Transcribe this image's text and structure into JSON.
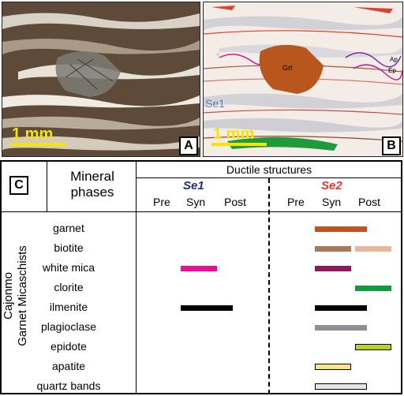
{
  "panels": {
    "a": {
      "letter": "A",
      "scale": "1 mm"
    },
    "b": {
      "letter": "B",
      "scale": "1 mm",
      "labels": {
        "grt": "Grt",
        "se1": "Se1",
        "ap": "Ap",
        "ep": "Ep"
      }
    },
    "c": {
      "letter": "C"
    }
  },
  "table": {
    "mineral_header": [
      "Mineral",
      "phases"
    ],
    "ductile_header": "Ductile structures",
    "se1": "Se1",
    "se2": "Se2",
    "timing": [
      "Pre",
      "Syn",
      "Post"
    ],
    "rock_label": [
      "Cajonmo",
      "Garnet Micaschists"
    ],
    "minerals": [
      {
        "name": "garnet",
        "color": "#c0531f"
      },
      {
        "name": "biotite",
        "color": "#a87a5c",
        "color2": "#e8b89a"
      },
      {
        "name": "white mica",
        "color": "#e8109a"
      },
      {
        "name": "clorite",
        "color": "#119a3e"
      },
      {
        "name": "ilmenite",
        "color": "#000000"
      },
      {
        "name": "plagioclase",
        "color": "#8e8e94"
      },
      {
        "name": "epidote",
        "color": "#bcd41c"
      },
      {
        "name": "apatite",
        "color": "#f7e48a"
      },
      {
        "name": "quartz bands",
        "color": "#e6e6e6"
      }
    ],
    "colors": {
      "se1_title": "#1a2f8f",
      "se2_title": "#e8342c"
    }
  }
}
